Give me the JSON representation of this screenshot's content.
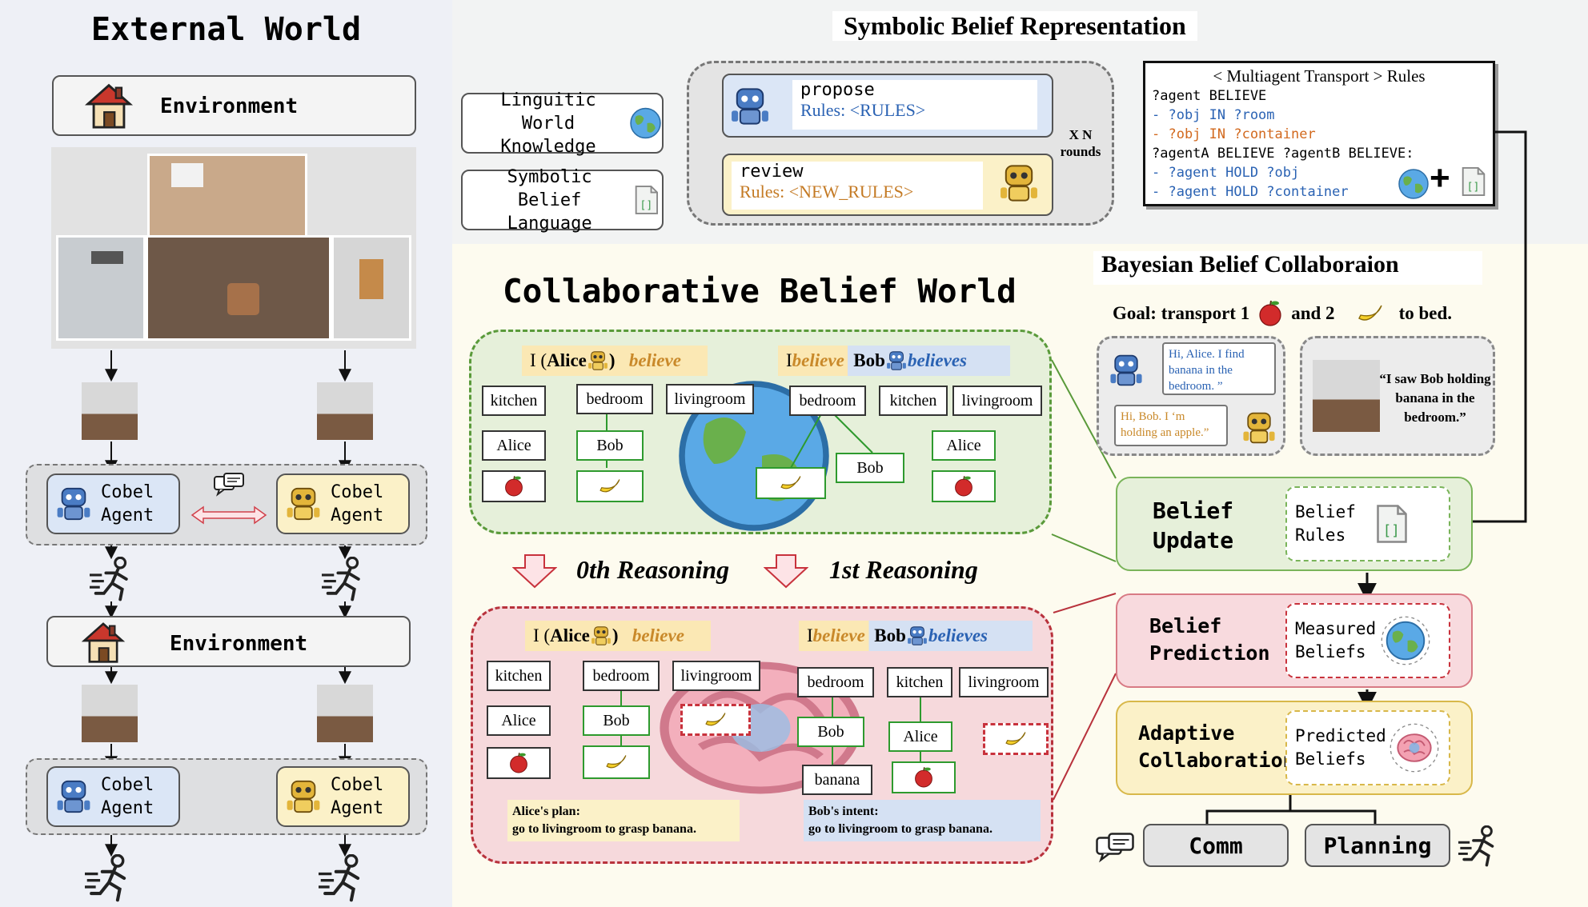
{
  "left": {
    "title": "External World",
    "env1": "Environment",
    "env2": "Environment",
    "agent_blue_1": "Cobel\nAgent",
    "agent_gold_1": "Cobel\nAgent",
    "agent_blue_2": "Cobel\nAgent",
    "agent_gold_2": "Cobel\nAgent"
  },
  "symbolic": {
    "title": "Symbolic Belief Representation",
    "ling": "Linguitic\nWorld Knowledge",
    "symb": "Symbolic\nBelief Language",
    "propose": "propose",
    "propose_rules": "Rules: <RULES>",
    "review": "review",
    "review_rules": "Rules: <NEW_RULES>",
    "rounds": "X N\nrounds"
  },
  "rules": {
    "header": "< Multiagent Transport > Rules",
    "lines": [
      {
        "text": "?agent BELIEVE",
        "color": "#000000"
      },
      {
        "text": "- ?obj IN ?room",
        "color": "#2a62b3"
      },
      {
        "text": "- ?obj IN ?container",
        "color": "#d2691e"
      },
      {
        "text": "?agentA BELIEVE ?agentB BELIEVE:",
        "color": "#000000"
      },
      {
        "text": "- ?agent HOLD ?obj",
        "color": "#2a62b3"
      },
      {
        "text": "- ?agent HOLD ?container",
        "color": "#2a62b3"
      }
    ]
  },
  "cbw": {
    "title": "Collaborative Belief World",
    "i": "I (",
    "alice": "Alice",
    "close": ")",
    "believe": "believe",
    "i_word": "I ",
    "bob": "Bob",
    "believes": "believes",
    "kitchen": "kitchen",
    "bedroom": "bedroom",
    "livingroom": "livingroom",
    "alice_lbl": "Alice",
    "bob_lbl": "Bob",
    "banana": "banana",
    "reason0": "0th Reasoning",
    "reason1": "1st Reasoning",
    "alice_plan_title": "Alice's plan:",
    "alice_plan": "go to livingroom to grasp banana.",
    "bob_intent_title": "Bob's intent:",
    "bob_intent": "go to livingroom to grasp banana."
  },
  "bayes": {
    "title": "Bayesian Belief Collaboraion",
    "goal_a": "Goal: transport 1",
    "goal_b": "and 2",
    "goal_c": "to bed.",
    "chat1": "Hi, Alice. I find banana in the bedroom. ”",
    "chat2": "Hi, Bob. I ‘m holding an apple.”",
    "quote": "“I saw Bob holding banana in the bedroom.”",
    "update": "Belief\nUpdate",
    "update_rules": "Belief\nRules",
    "predict": "Belief\nPrediction",
    "measured": "Measured\nBeliefs",
    "adaptive": "Adaptive\nCollaboration",
    "predicted": "Predicted\nBeliefs",
    "comm": "Comm",
    "planning": "Planning"
  },
  "colors": {
    "green_panel": "#e6f0da",
    "green_border": "#5a9a3a",
    "red_panel": "#f6d9dc",
    "red_border": "#b8323c",
    "blue_agent": "#dbe6f6",
    "gold_agent": "#fbf1c8",
    "highlight_gold": "#fbe8b4",
    "highlight_blue": "#d5e1f3"
  }
}
